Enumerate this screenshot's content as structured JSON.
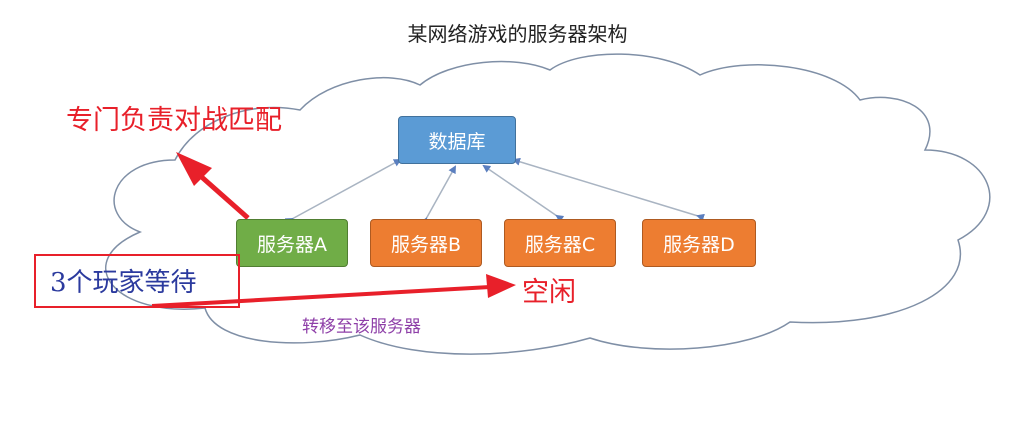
{
  "title": "某网络游戏的服务器架构",
  "database": {
    "label": "数据库",
    "color": "#5b9bd5"
  },
  "servers": [
    {
      "label": "服务器A",
      "color": "#70ad47"
    },
    {
      "label": "服务器B",
      "color": "#ed7d31"
    },
    {
      "label": "服务器C",
      "color": "#ed7d31"
    },
    {
      "label": "服务器D",
      "color": "#ed7d31"
    }
  ],
  "annotations": {
    "matchmaking": "专门负责对战匹配",
    "waiting": "3个玩家等待",
    "idle": "空闲",
    "transfer": "转移至该服务器"
  },
  "colors": {
    "annotation_red": "#e8202a",
    "waiting_text": "#2b3a9e",
    "transfer_text": "#8e3fa8"
  }
}
